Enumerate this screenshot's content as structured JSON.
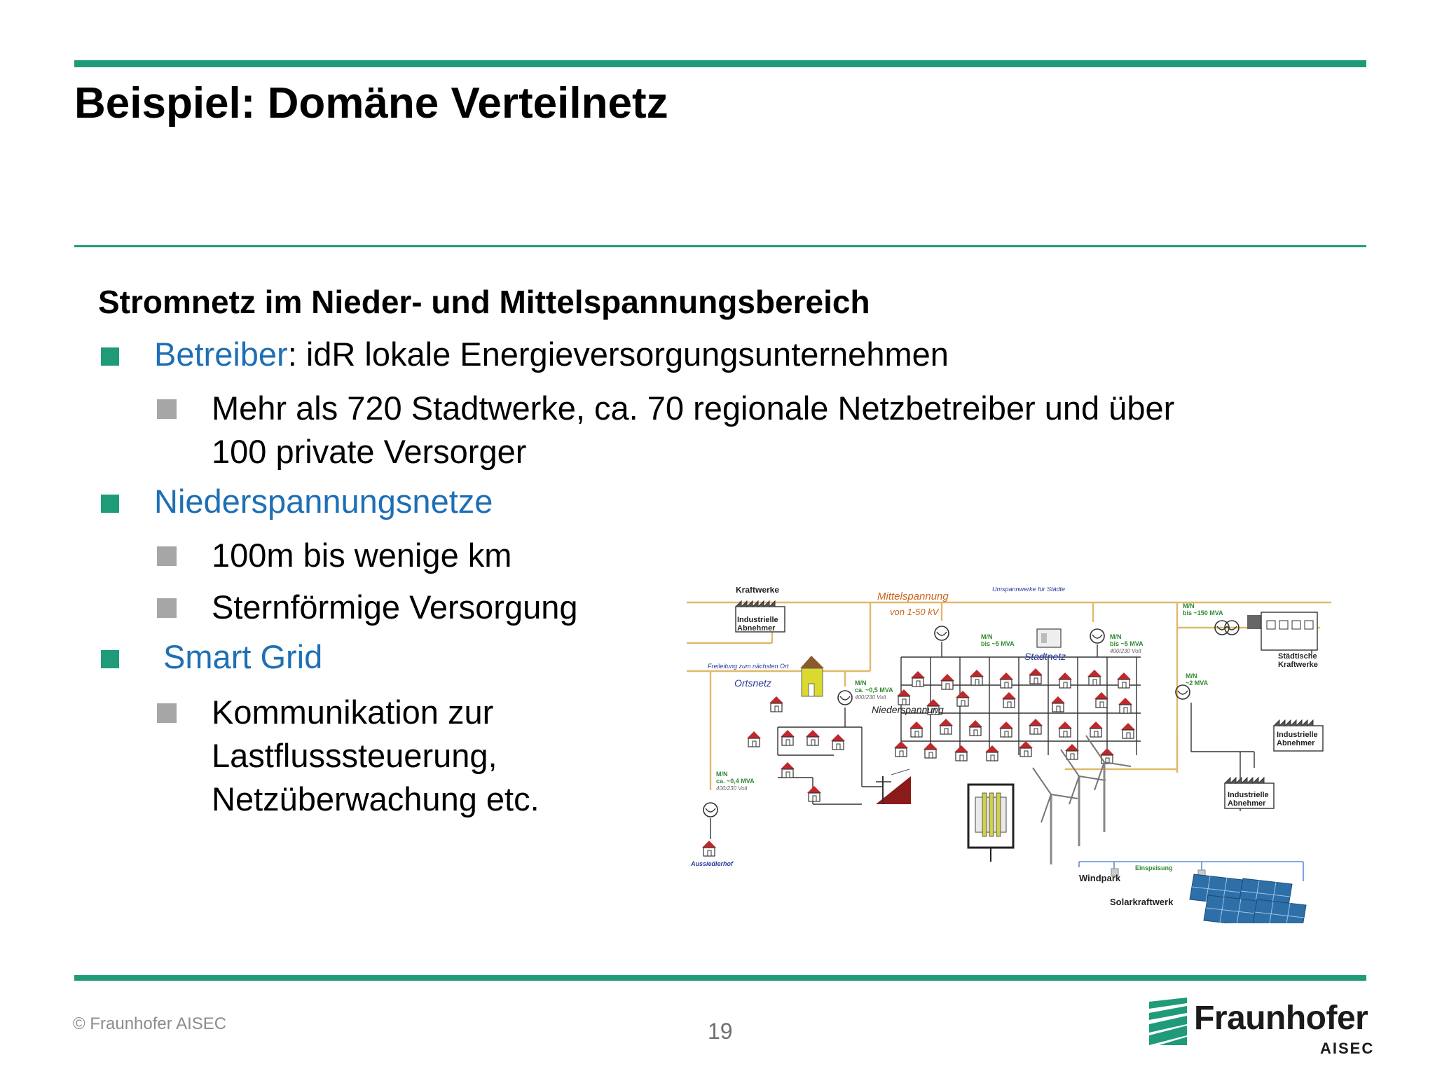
{
  "slide": {
    "title": "Beispiel: Domäne Verteilnetz",
    "subheading": "Stromnetz im Nieder- und Mittelspannungsbereich",
    "bullets": [
      {
        "term": "Betreiber",
        "rest": ": idR lokale Energieversorgungsunternehmen",
        "sub": [
          [
            "Mehr als 720 Stadtwerke, ca. 70 regionale Netzbetreiber und über",
            "100 private Versorger"
          ]
        ]
      },
      {
        "term": "Niederspannungsnetze",
        "rest": "",
        "sub": [
          [
            "100m bis wenige km"
          ],
          [
            "Sternförmige Versorgung"
          ]
        ]
      },
      {
        "term": " Smart Grid",
        "rest": "",
        "sub": [
          [
            "Kommunikation zur",
            "Lastflusssteuerung,",
            "Netzüberwachung etc."
          ]
        ]
      }
    ]
  },
  "diagram": {
    "labels": {
      "kraftwerke": "Kraftwerke",
      "industrielle_abnehmer_1": [
        "Industrielle",
        "Abnehmer"
      ],
      "mittelspannung": "Mittelspannung",
      "mittelspannung_range": "von 1-50 kV",
      "umspannwerke": "Umspannwerke für Städte",
      "mn_150": [
        "M/N",
        "bis ~150 MVA"
      ],
      "staedtische_kraftwerke": [
        "Städtische",
        "Kraftwerke"
      ],
      "mn_5_left": [
        "M/N",
        "bis ~5 MVA"
      ],
      "mn_5_right": [
        "M/N",
        "bis ~5 MVA",
        "400/230 Volt"
      ],
      "stadtnetz": "Stadtnetz",
      "freileitung": "Freileitung zum nächsten Ort",
      "ortsnetz": "Ortsnetz",
      "mn_05": [
        "M/N",
        "ca. ~0,5 MVA",
        "400/230 Volt"
      ],
      "niederspannung": "Niederspannung",
      "mn_2": [
        "M/N",
        "~2 MVA"
      ],
      "industrielle_abnehmer_2": [
        "Industrielle",
        "Abnehmer"
      ],
      "industrielle_abnehmer_3": [
        "Industrielle",
        "Abnehmer"
      ],
      "mn_04": [
        "M/N",
        "ca. ~0,4 MVA",
        "400/230 Volt"
      ],
      "aussiedlerhof": "Aussiedlerhof",
      "einspeisung": "Einspeisung",
      "windpark": "Windpark",
      "solarkraftwerk": "Solarkraftwerk"
    }
  },
  "footer": {
    "copyright": "© Fraunhofer AISEC",
    "page_number": "19",
    "logo_word": "Fraunhofer",
    "logo_sub": "AISEC"
  },
  "colors": {
    "accent": "#1f9b7a",
    "term_blue": "#1e6fb5",
    "sub_bullet": "#a6a6a6",
    "grid_line": "#e0b96a",
    "label_orange": "#c8641e",
    "label_blue": "#2a3a9a",
    "label_green": "#2f8a2f"
  }
}
